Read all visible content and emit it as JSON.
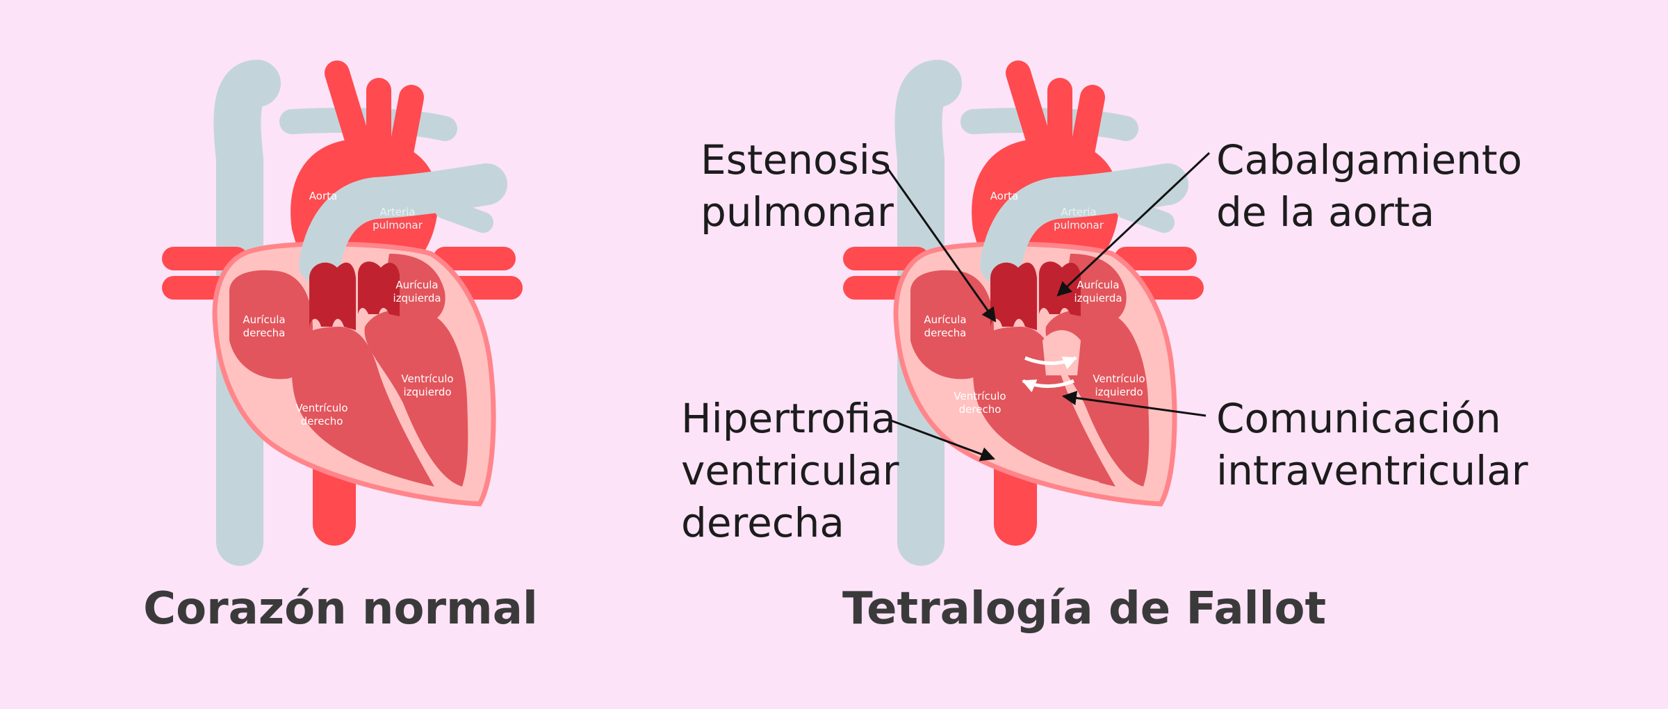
{
  "normal_heart": {
    "caption": "Corazón normal",
    "labels": {
      "aorta": "Aorta",
      "pulmonary_artery": [
        "Arteria",
        "pulmonar"
      ],
      "right_atrium": [
        "Aurícula",
        "derecha"
      ],
      "left_atrium": [
        "Aurícula",
        "izquierda"
      ],
      "right_ventricle": [
        "Ventrículo",
        "derecho"
      ],
      "left_ventricle": [
        "Ventrículo",
        "izquierdo"
      ]
    }
  },
  "fallot_heart": {
    "caption": "Tetralogía de Fallot",
    "labels": {
      "aorta": "Aorta",
      "pulmonary_artery": [
        "Arteria",
        "pulmonar"
      ],
      "right_atrium": [
        "Aurícula",
        "derecha"
      ],
      "left_atrium": [
        "Aurícula",
        "izquierda"
      ],
      "right_ventricle": [
        "Ventrículo",
        "derecho"
      ],
      "left_ventricle": [
        "Ventrículo",
        "izquierdo"
      ]
    },
    "callouts": {
      "pulmonary_stenosis": [
        "Estenosis",
        "pulmonar"
      ],
      "overriding_aorta": [
        "Cabalgamiento",
        "de la aorta"
      ],
      "right_ventricular_hypertrophy": [
        "Hipertrofia",
        "ventricular",
        "derecha"
      ],
      "ventricular_septal_defect": [
        "Comunicación",
        "intraventricular"
      ]
    }
  },
  "colors": {
    "background": "#fce3f8",
    "artery_red": "#ff4a4f",
    "vessel_blue": "#c3d5da",
    "heart_outline": "#ff858a",
    "heart_wall": "#ffc2c1",
    "chamber": "#e2555c",
    "valve": "#c0232f"
  }
}
